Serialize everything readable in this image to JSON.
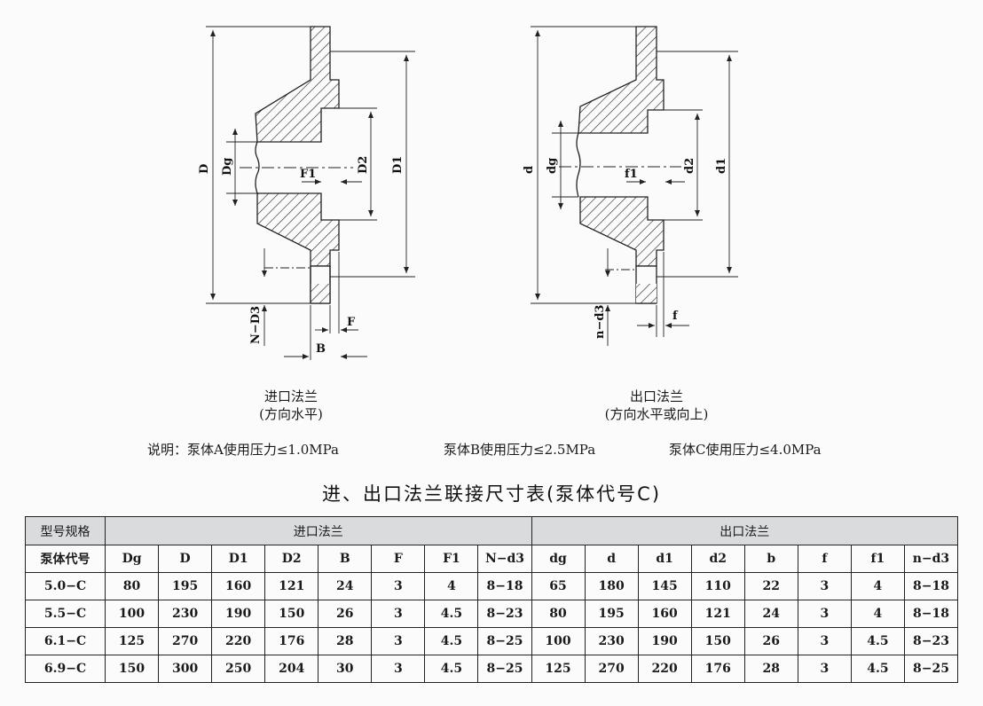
{
  "drawings": {
    "inlet": {
      "caption_line1": "进口法兰",
      "caption_line2": "(方向水平)",
      "labels": {
        "D": "D",
        "Dg": "Dg",
        "D2": "D2",
        "D1": "D1",
        "F1": "F1",
        "Nd3": "N−D3",
        "B": "B",
        "F": "F"
      }
    },
    "outlet": {
      "caption_line1": "出口法兰",
      "caption_line2": "(方向水平或向上)",
      "labels": {
        "d": "d",
        "dg": "dg",
        "d2": "d2",
        "d1": "d1",
        "f1": "f1",
        "nd3": "n−d3",
        "f": "f"
      }
    }
  },
  "note": {
    "text1": "说明：泵体A使用压力≤1.0MPa",
    "text2": "泵体B使用压力≤2.5MPa",
    "text3": "泵体C使用压力≤4.0MPa"
  },
  "table": {
    "title": "进、出口法兰联接尺寸表(泵体代号C)",
    "corner_top": "型号规格",
    "corner_bottom": "泵体代号",
    "group_inlet": "进口法兰",
    "group_outlet": "出口法兰",
    "inlet_headers": [
      "Dg",
      "D",
      "D1",
      "D2",
      "B",
      "F",
      "F1",
      "N−d3"
    ],
    "outlet_headers": [
      "dg",
      "d",
      "d1",
      "d2",
      "b",
      "f",
      "f1",
      "n−d3"
    ],
    "rows": [
      {
        "model": "5.0−C",
        "cells": [
          "80",
          "195",
          "160",
          "121",
          "24",
          "3",
          "4",
          "8−18",
          "65",
          "180",
          "145",
          "110",
          "22",
          "3",
          "4",
          "8−18"
        ]
      },
      {
        "model": "5.5−C",
        "cells": [
          "100",
          "230",
          "190",
          "150",
          "26",
          "3",
          "4.5",
          "8−23",
          "80",
          "195",
          "160",
          "121",
          "24",
          "3",
          "4",
          "8−18"
        ]
      },
      {
        "model": "6.1−C",
        "cells": [
          "125",
          "270",
          "220",
          "176",
          "28",
          "3",
          "4.5",
          "8−25",
          "100",
          "230",
          "190",
          "150",
          "26",
          "3",
          "4.5",
          "8−23"
        ]
      },
      {
        "model": "6.9−C",
        "cells": [
          "150",
          "300",
          "250",
          "204",
          "30",
          "3",
          "4.5",
          "8−25",
          "125",
          "270",
          "220",
          "176",
          "28",
          "3",
          "4.5",
          "8−25"
        ]
      }
    ]
  }
}
